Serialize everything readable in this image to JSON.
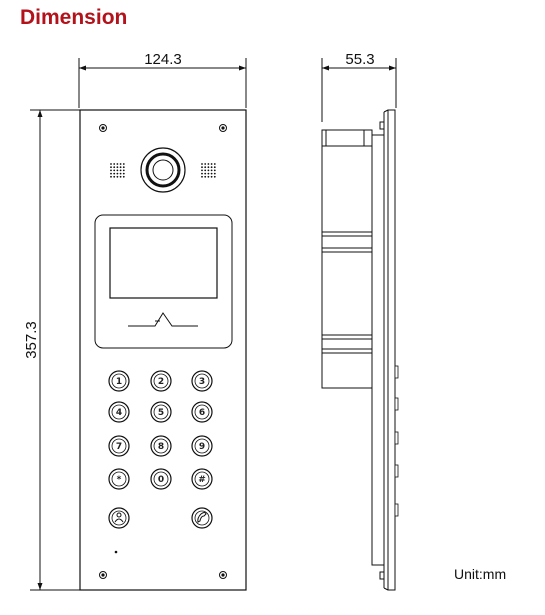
{
  "title": "Dimension",
  "unit_label": "Unit:mm",
  "dimensions": {
    "width": "124.3",
    "depth": "55.3",
    "height": "357.3"
  },
  "keypad": {
    "keys": [
      "1",
      "2",
      "3",
      "4",
      "5",
      "6",
      "7",
      "8",
      "9",
      "*",
      "0",
      "#"
    ],
    "extra_left_icon": "person-icon",
    "extra_right_icon": "phone-icon"
  }
}
